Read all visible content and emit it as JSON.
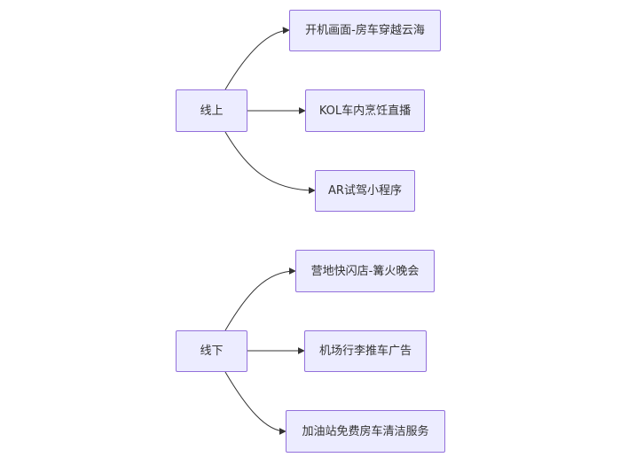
{
  "colors": {
    "node_fill": "#ececff",
    "node_border": "#9370db",
    "edge": "#333333",
    "text": "#333333",
    "background": "#ffffff"
  },
  "groups": [
    {
      "label": "线上",
      "children": [
        "开机画面-房车穿越云海",
        "KOL车内烹饪直播",
        "AR试驾小程序"
      ]
    },
    {
      "label": "线下",
      "children": [
        "营地快闪店-篝火晚会",
        "机场行李推车广告",
        "加油站免费房车清洁服务"
      ]
    }
  ]
}
